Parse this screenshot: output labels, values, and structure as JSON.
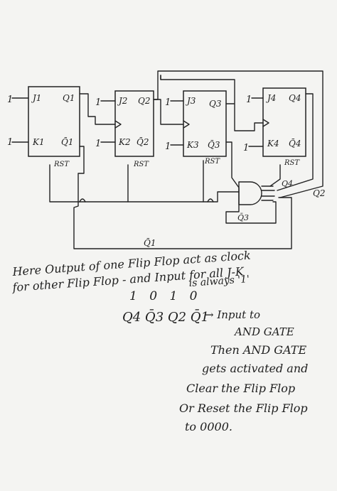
{
  "flip_flops": [
    {
      "j": "J1",
      "k": "K1",
      "q": "Q1",
      "qbar": "Q̄1",
      "rst": "RST",
      "j_in": "1",
      "k_in": "1"
    },
    {
      "j": "J2",
      "k": "K2",
      "q": "Q2",
      "qbar": "Q̄2",
      "rst": "RST",
      "j_in": "1",
      "k_in": "1"
    },
    {
      "j": "J3",
      "k": "K3",
      "q": "Q3",
      "qbar": "Q̄3",
      "rst": "RST",
      "j_in": "1",
      "k_in": "1"
    },
    {
      "j": "J4",
      "k": "K4",
      "q": "Q4",
      "qbar": "Q̄4",
      "rst": "RST",
      "j_in": "1",
      "k_in": "1"
    }
  ],
  "wire_labels": {
    "q4": "Q4",
    "q2": "Q2",
    "q3bar": "Q̄3",
    "q1bar": "Q̄1"
  },
  "notes": {
    "line1": "Here Output of one Flip Flop act as clock",
    "line2": "for other Flip Flop - and Input for all J-K",
    "line3": "is always '1'",
    "bits": "1 0 1 0",
    "inputs": "Q4 Q̄3 Q2 Q̄1",
    "arrow_text": "→ Input to",
    "and_gate": "AND GATE",
    "then1": "Then AND GATE",
    "then2": "gets activated and",
    "then3": "Clear the Flip Flop",
    "then4": "Or Reset the Flip Flop",
    "then5": "to 0000."
  }
}
